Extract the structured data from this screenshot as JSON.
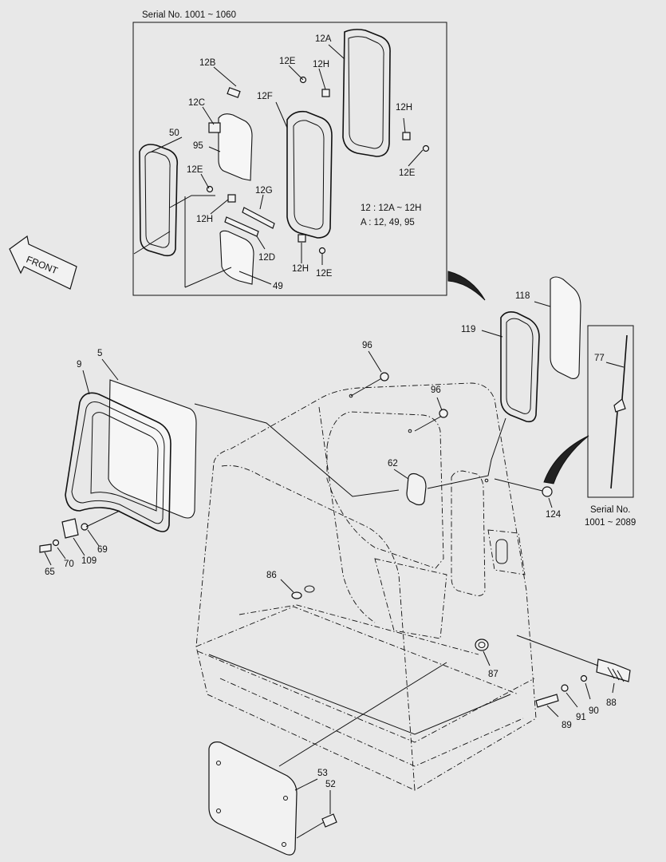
{
  "inset": {
    "serial_label": "Serial No. 1001 ~ 1060",
    "note_line1": "12 : 12A ~ 12H",
    "note_line2": "A : 12, 49, 95"
  },
  "antenna_inset": {
    "serial_line1": "Serial No.",
    "serial_line2": "1001 ~ 2089"
  },
  "front_arrow": {
    "label": "FRONT"
  },
  "part_labels": {
    "p12A": "12A",
    "p12B": "12B",
    "p12C": "12C",
    "p12E_a": "12E",
    "p12E_b": "12E",
    "p12E_c": "12E",
    "p12E_d": "12E",
    "p12F": "12F",
    "p12G": "12G",
    "p12D": "12D",
    "p12H_a": "12H",
    "p12H_b": "12H",
    "p12H_c": "12H",
    "p12H_d": "12H",
    "p50": "50",
    "p95": "95",
    "p49": "49",
    "p118": "118",
    "p119": "119",
    "p77": "77",
    "p9": "9",
    "p5": "5",
    "p96_a": "96",
    "p96_b": "96",
    "p62": "62",
    "p124": "124",
    "p69": "69",
    "p65": "65",
    "p70": "70",
    "p109": "109",
    "p86": "86",
    "p87": "87",
    "p88": "88",
    "p89": "89",
    "p90": "90",
    "p91": "91",
    "p53": "53",
    "p52": "52"
  }
}
